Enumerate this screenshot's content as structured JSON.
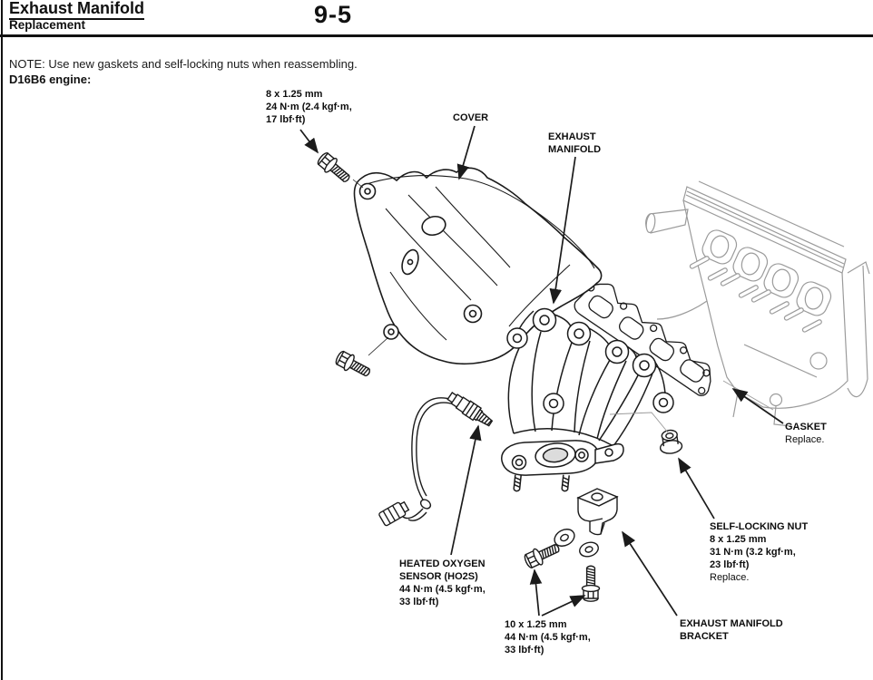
{
  "header": {
    "title": "Exhaust Manifold",
    "subtitle": "Replacement",
    "page_number": "9-5"
  },
  "intro": {
    "note": "NOTE: Use new gaskets and self-locking nuts when reassembling.",
    "engine": "D16B6 engine:"
  },
  "labels": {
    "cover_bolt_spec": {
      "lines": [
        "8 x 1.25 mm",
        "24 N·m (2.4 kgf·m,",
        "17 lbf·ft)"
      ]
    },
    "cover": "COVER",
    "exhaust_manifold": {
      "lines": [
        "EXHAUST",
        "MANIFOLD"
      ]
    },
    "gasket": {
      "name": "GASKET",
      "note": "Replace."
    },
    "self_locking_nut": {
      "name": "SELF-LOCKING NUT",
      "spec": [
        "8 x 1.25 mm",
        "31 N·m (3.2 kgf·m,",
        "23 lbf·ft)"
      ],
      "note": "Replace."
    },
    "ho2s": {
      "lines": [
        "HEATED OXYGEN",
        "SENSOR (HO2S)",
        "44 N·m (4.5 kgf·m,",
        "33 lbf·ft)"
      ]
    },
    "bracket_bolt_spec": {
      "lines": [
        "10 x 1.25 mm",
        "44 N·m (4.5 kgf·m,",
        "33 lbf·ft)"
      ]
    },
    "bracket": {
      "lines": [
        "EXHAUST MANIFOLD",
        "BRACKET"
      ]
    }
  },
  "colors": {
    "ink": "#1b1b1b",
    "engine_gray": "#9b9b9b",
    "paper": "#ffffff"
  }
}
